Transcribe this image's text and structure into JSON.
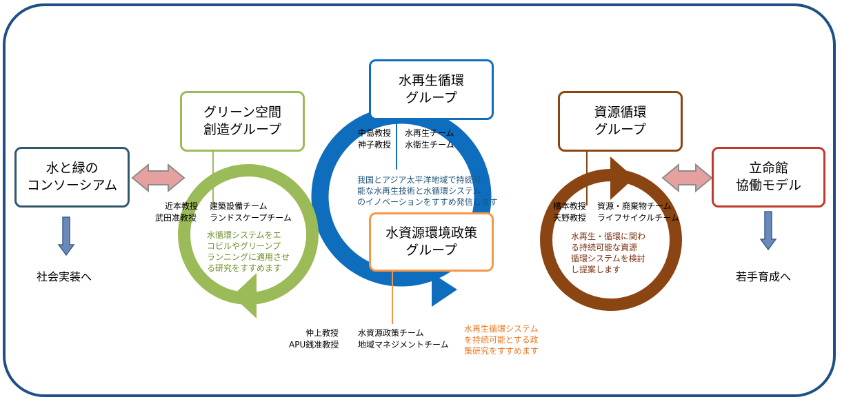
{
  "left_outside": {
    "box_lines": [
      "水と緑の",
      "コンソーシアム"
    ],
    "arrow_label": "社会実装へ"
  },
  "right_outside": {
    "box_lines": [
      "立命館",
      "協働モデル"
    ],
    "arrow_label": "若手育成へ"
  },
  "green_group": {
    "title_lines": [
      "グリーン空間",
      "創造グループ"
    ],
    "members": [
      {
        "name": "近本教授",
        "team": "建築設備チーム"
      },
      {
        "name": "武田准教授",
        "team": "ランドスケープチーム"
      }
    ],
    "description": [
      "水循環システムをエ",
      "コビルやグリーンプ",
      "ランニングに適用させ",
      "る研究をすすめます"
    ]
  },
  "water_group": {
    "title_lines": [
      "水再生循環",
      "グループ"
    ],
    "members": [
      {
        "name": "中島教授",
        "team": "水再生チーム"
      },
      {
        "name": "神子教授",
        "team": "水衛生チーム"
      }
    ],
    "description": [
      "我国とアジア太平洋地域で持続可",
      "能な水再生技術と水循環システム",
      "のイノベーションをすすめ発信します"
    ]
  },
  "policy_group": {
    "title_lines": [
      "水資源環境政策",
      "グループ"
    ],
    "members": [
      {
        "name": "仲上教授",
        "team": "水資源政策チーム"
      },
      {
        "name": "APU銭准教授",
        "team": "地域マネジメントチーム"
      }
    ],
    "description": [
      "水再生循環システム",
      "を持続可能とする政",
      "策研究をすすめます"
    ]
  },
  "resource_group": {
    "title_lines": [
      "資源循環",
      "グループ"
    ],
    "members": [
      {
        "name": "橋本教授",
        "team": "資源・廃棄物チーム"
      },
      {
        "name": "天野教授",
        "team": "ライフサイクルチーム"
      }
    ],
    "description": [
      "水再生・循環に関わ",
      "る持続可能な資源",
      "循環システムを検討",
      "し提案します"
    ]
  },
  "colors": {
    "frame": "#1f4f86",
    "blue_ring": "#0f6dbd",
    "green_ring": "#9bbb59",
    "brown_ring": "#8b4513",
    "policy_orange": "#f79646",
    "left_box_border": "#31576a",
    "right_box_border": "#c0392b",
    "double_arrow_fill": "#e6a0a0",
    "double_arrow_stroke": "#8c8c8c",
    "down_arrow": "#4a6a9c",
    "blue_text": "#1f5478",
    "green_text": "#6a8f2a",
    "brown_text": "#7a2f10",
    "orange_text": "#e87722"
  },
  "icons": [
    "double-arrow-icon",
    "down-arrow-icon",
    "cycle-arrow-icon"
  ]
}
